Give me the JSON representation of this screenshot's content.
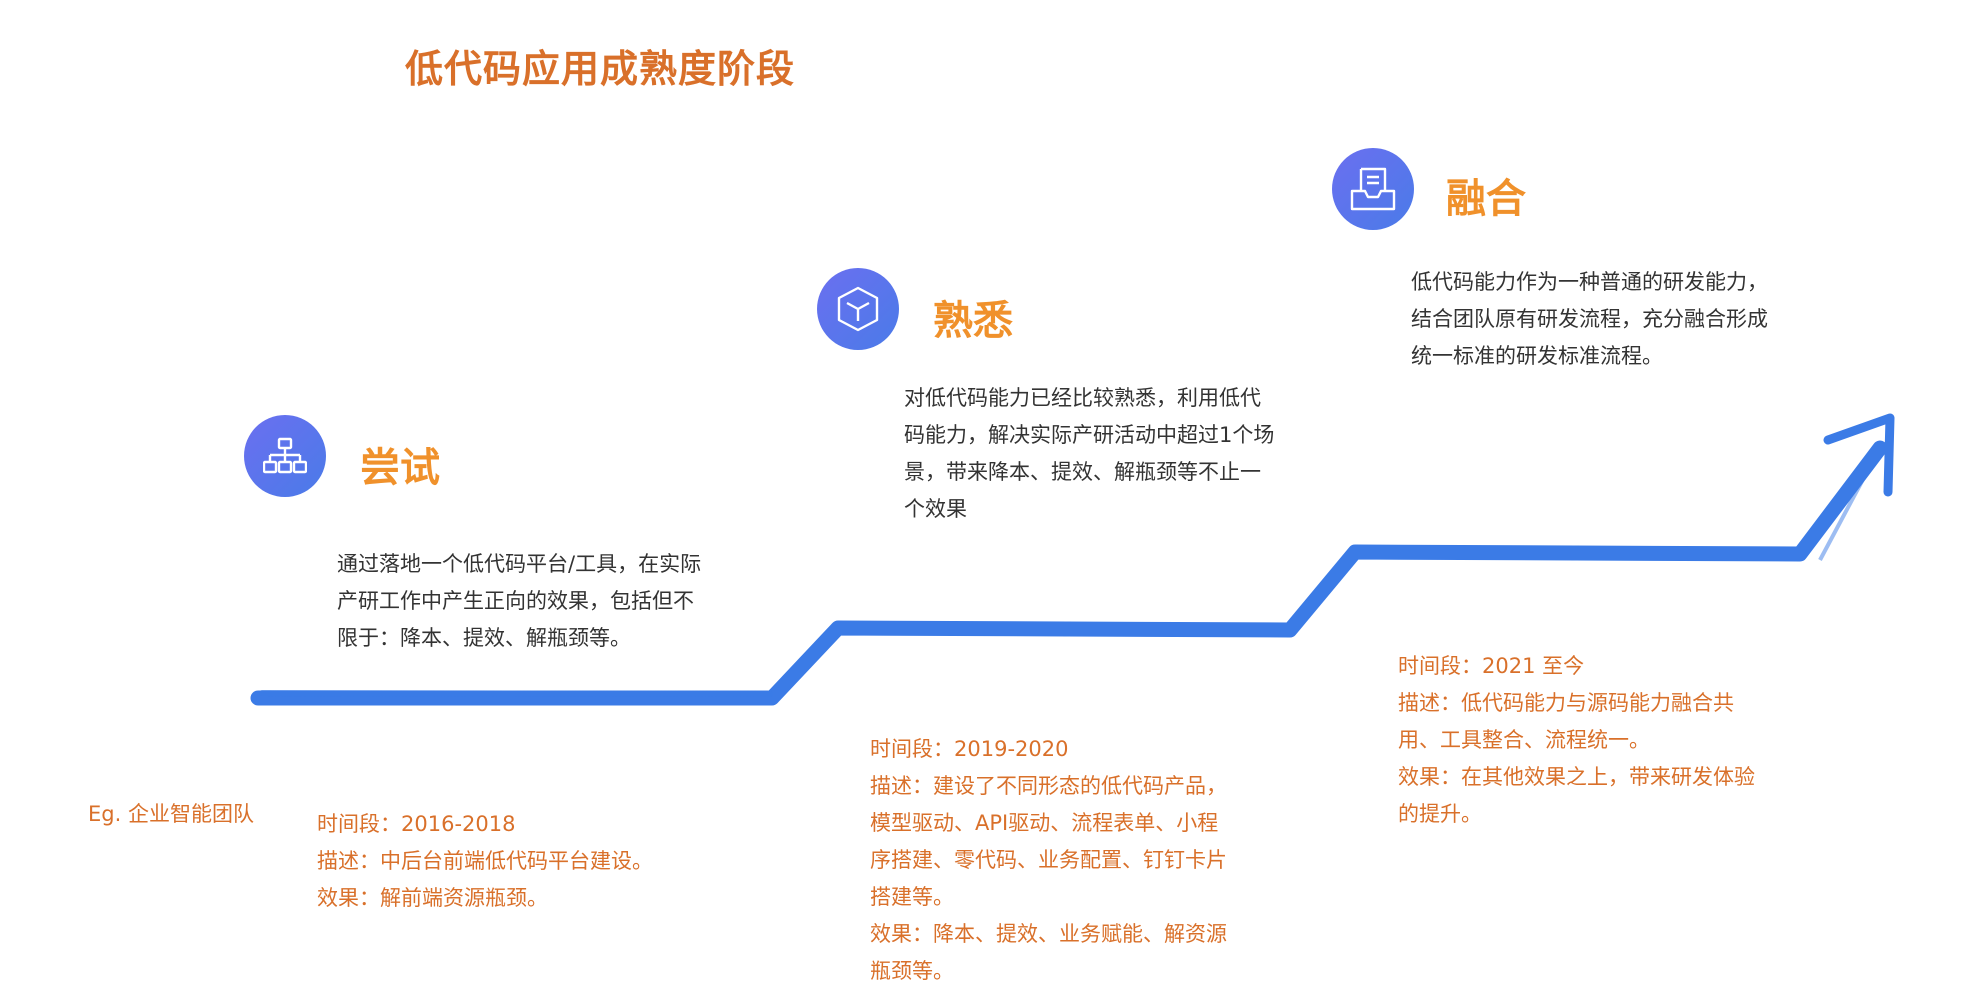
{
  "title": "低代码应用成熟度阶段",
  "colors": {
    "title": "#d9702a",
    "stage_title": "#f0912b",
    "detail_text": "#d9702a",
    "stair_line": "#3b7be6",
    "icon_gradient_start": "#6b6ff0",
    "icon_gradient_end": "#4a7be8"
  },
  "example_label": "Eg. 企业智能团队",
  "stages": [
    {
      "icon": "org-chart-icon",
      "title": "尝试",
      "description": [
        "通过落地一个低代码平台/工具，在实际",
        "产研工作中产生正向的效果，包括但不",
        "限于：降本、提效、解瓶颈等。"
      ],
      "details": [
        "时间段：2016-2018",
        "描述：中后台前端低代码平台建设。",
        "效果：解前端资源瓶颈。"
      ]
    },
    {
      "icon": "cube-icon",
      "title": "熟悉",
      "description": [
        "对低代码能力已经比较熟悉，利用低代",
        "码能力，解决实际产研活动中超过1个场",
        "景，带来降本、提效、解瓶颈等不止一",
        "个效果"
      ],
      "details": [
        "时间段：2019-2020",
        "描述：建设了不同形态的低代码产品，",
        "模型驱动、API驱动、流程表单、小程",
        "序搭建、零代码、业务配置、钉钉卡片",
        "搭建等。",
        "效果：降本、提效、业务赋能、解资源",
        "瓶颈等。"
      ]
    },
    {
      "icon": "inbox-document-icon",
      "title": "融合",
      "description": [
        "低代码能力作为一种普通的研发能力，",
        "结合团队原有研发流程，充分融合形成",
        "统一标准的研发标准流程。"
      ],
      "details": [
        "时间段：2021 至今",
        "描述：低代码能力与源码能力融合共",
        "用、工具整合、流程统一。",
        "效果：在其他效果之上，带来研发体验",
        "的提升。"
      ]
    }
  ]
}
